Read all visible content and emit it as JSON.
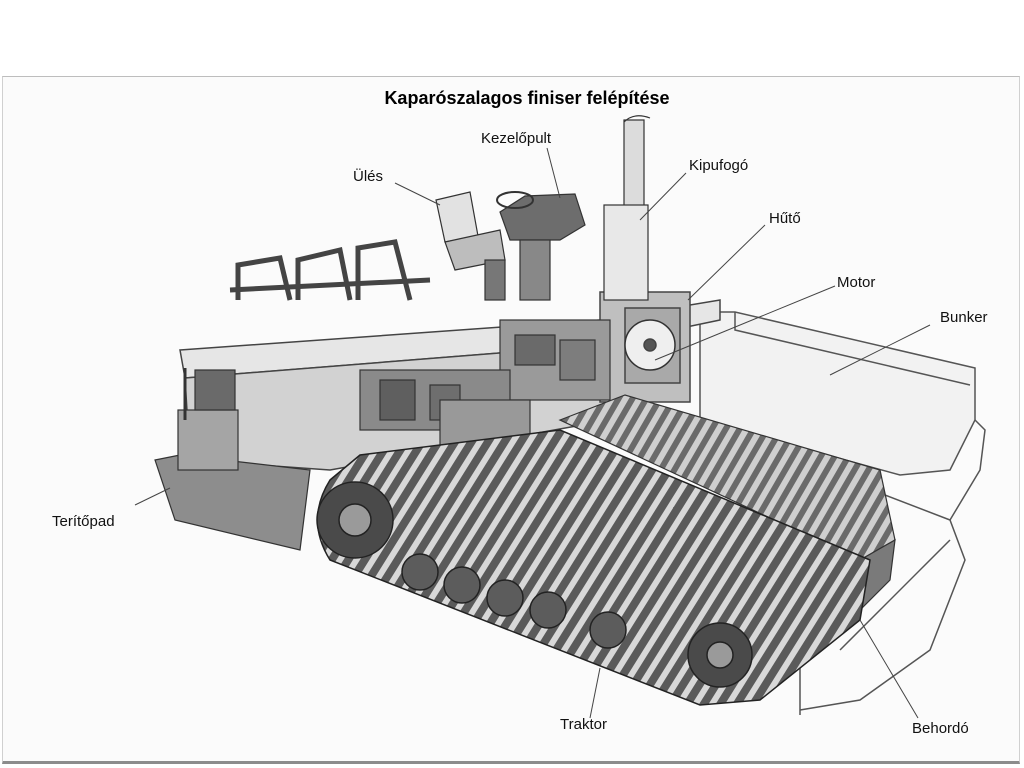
{
  "title": "Kaparószalagos finiser felépítése",
  "labels": {
    "kezelopult": "Kezelőpult",
    "ules": "Ülés",
    "kipufogo": "Kipufogó",
    "huto": "Hűtő",
    "motor": "Motor",
    "bunker": "Bunker",
    "teritopad": "Terítőpad",
    "traktor": "Traktor",
    "behordo": "Behordó"
  }
}
